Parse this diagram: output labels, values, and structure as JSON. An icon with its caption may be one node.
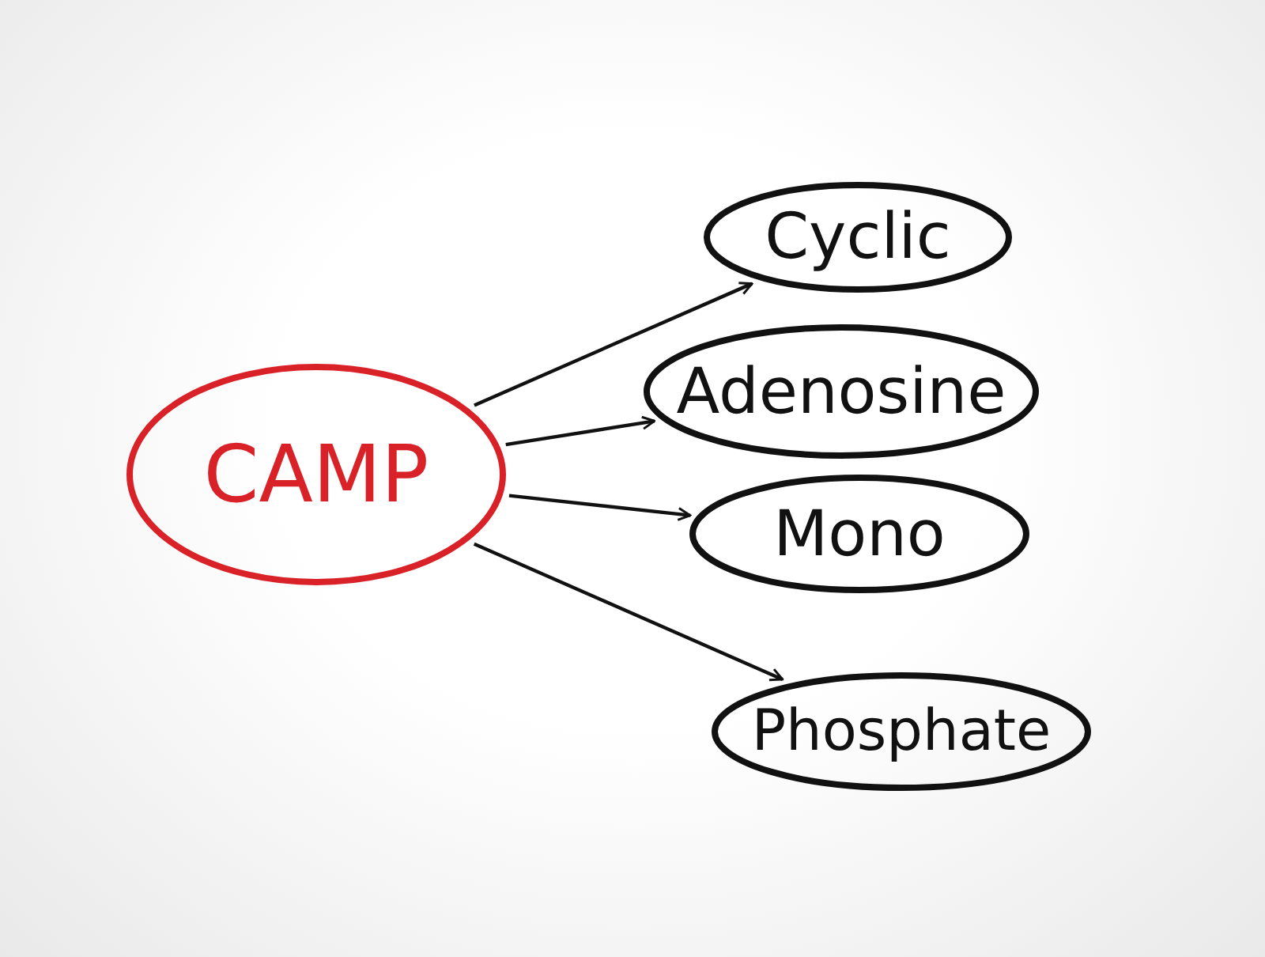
{
  "diagram": {
    "nodes": [
      {
        "text": [
          "CAMP"
        ]
      },
      {
        "text": [
          "Cyclic"
        ]
      },
      {
        "text": [
          "Adenosine"
        ]
      },
      {
        "text": [
          "Mono"
        ]
      },
      {
        "text": [
          "Phosphate"
        ]
      }
    ],
    "edges": [
      {
        "from": 0,
        "to": 1,
        "arrow": "to"
      },
      {
        "from": 0,
        "to": 2,
        "arrow": "to"
      },
      {
        "from": 0,
        "to": 3,
        "arrow": "to"
      },
      {
        "from": 0,
        "to": 4,
        "arrow": "to"
      }
    ]
  }
}
